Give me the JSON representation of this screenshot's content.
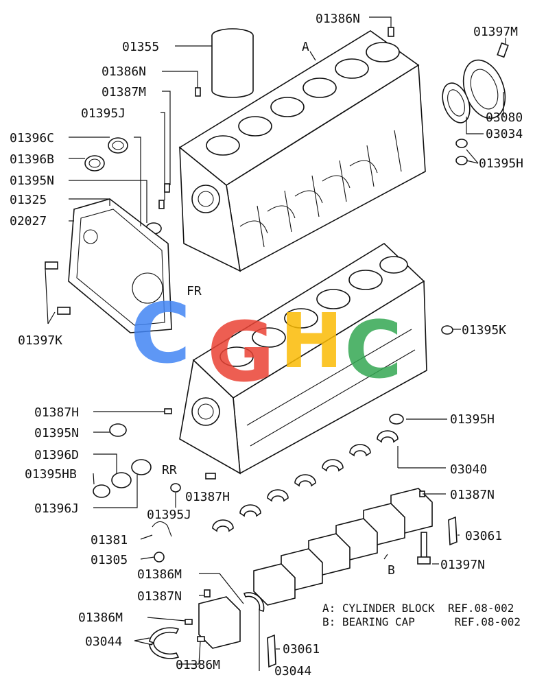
{
  "labels": {
    "l01386N_top": "01386N",
    "l01397M": "01397M",
    "l01355": "01355",
    "lA": "A",
    "l01386N_l": "01386N",
    "l01387M": "01387M",
    "l03080": "03080",
    "l01395J_top": "01395J",
    "l03034": "03034",
    "l01396C": "01396C",
    "l01396B": "01396B",
    "l01395H_top": "01395H",
    "l01395N_top": "01395N",
    "l01325": "01325",
    "l02027": "02027",
    "lFR": "FR",
    "l01395K": "01395K",
    "l01397K": "01397K",
    "l01387H_l": "01387H",
    "l01395H_mid": "01395H",
    "l01395N_mid": "01395N",
    "l03040": "03040",
    "l01396D": "01396D",
    "lRR": "RR",
    "l01395HB": "01395HB",
    "l01387H_b": "01387H",
    "l01387N_r": "01387N",
    "l01396J": "01396J",
    "l01395J_b": "01395J",
    "l03061_r": "03061",
    "l01381": "01381",
    "l01305": "01305",
    "l01397N": "01397N",
    "lB": "B",
    "l01386M_a": "01386M",
    "l01387N_b": "01387N",
    "l01386M_b": "01386M",
    "l03044_l": "03044",
    "l01386M_c": "01386M",
    "l03061_b": "03061",
    "l03044_b": "03044"
  },
  "notes": {
    "a_line": "A: CYLINDER BLOCK  REF.08-002",
    "b_line": "B: BEARING CAP      REF.08-002"
  },
  "watermark": {
    "text": "CGHC",
    "colors": [
      "#4285F4",
      "#EA4335",
      "#FBBC05",
      "#34A853"
    ]
  }
}
